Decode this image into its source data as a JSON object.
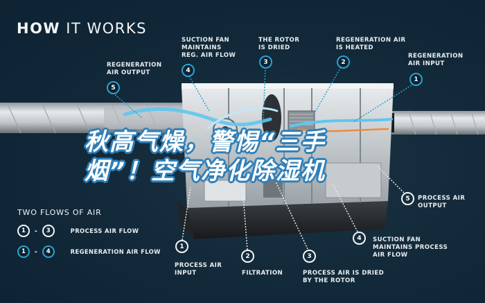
{
  "title": {
    "bold": "HOW",
    "rest": " IT WORKS"
  },
  "headline": {
    "line1": "秋高气燥，警惕“三手",
    "line2": "烟”！空气净化除湿机"
  },
  "colors": {
    "background": "#0d2232",
    "accent_cyan": "#2aa3cf",
    "airflow_blue": "#5fc6ee",
    "headline_outline": "#2e7fb8",
    "heater_orange": "#f08a3a"
  },
  "regeneration_callouts": [
    {
      "num": "1",
      "label": "REGENERATION\nAIR INPUT"
    },
    {
      "num": "2",
      "label": "REGENERATION AIR\nIS HEATED"
    },
    {
      "num": "3",
      "label": "THE ROTOR\nIS DRIED"
    },
    {
      "num": "4",
      "label": "SUCTION FAN\nMAINTAINS\nREG. AIR FLOW"
    },
    {
      "num": "5",
      "label": "REGENERATION\nAIR OUTPUT"
    }
  ],
  "process_callouts": [
    {
      "num": "1",
      "label": "PROCESS AIR\nINPUT"
    },
    {
      "num": "2",
      "label": "FILTRATION"
    },
    {
      "num": "3",
      "label": "PROCESS AIR IS DRIED\nBY THE ROTOR"
    },
    {
      "num": "4",
      "label": "SUCTION FAN\nMAINTAINS PROCESS\nAIR FLOW"
    },
    {
      "num": "5",
      "label": "PROCESS AIR\nOUTPUT"
    }
  ],
  "legend": {
    "title": "TWO FLOWS OF AIR",
    "rows": [
      {
        "from": "1",
        "to": "3",
        "label": "PROCESS AIR FLOW",
        "style": "white"
      },
      {
        "from": "1",
        "to": "4",
        "label": "REGENERATION AIR FLOW",
        "style": "cyan"
      }
    ],
    "dash": "-"
  }
}
